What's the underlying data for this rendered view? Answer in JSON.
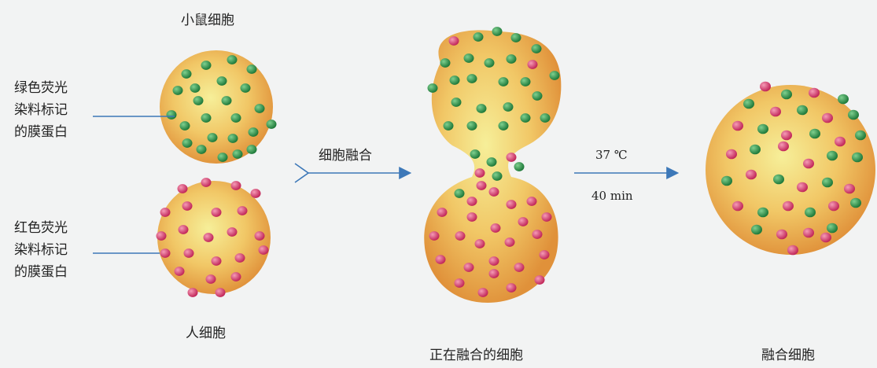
{
  "labels": {
    "mouse_cell": "小鼠细胞",
    "human_cell": "人细胞",
    "green_protein": "绿色荧光\n染料标记\n的膜蛋白",
    "red_protein": "红色荧光\n染料标记\n的膜蛋白",
    "step1": "细胞融合",
    "temperature": "37 ℃",
    "time": "40 min",
    "fusing_cell": "正在融合的细胞",
    "fused_cell": "融合细胞"
  },
  "colors": {
    "green_dot": "#2f8a4a",
    "red_dot": "#d8426e",
    "cell_core": "#f6ec8a",
    "cell_edge": "#e19437",
    "arrow": "#3d78b8"
  },
  "icons": {
    "arrow1": "arrow-right-icon",
    "arrow2": "arrow-right-icon"
  }
}
